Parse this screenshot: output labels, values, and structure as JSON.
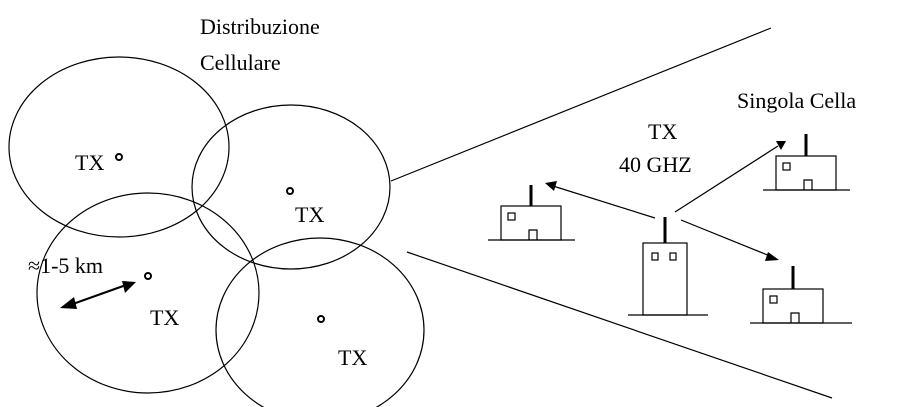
{
  "title": {
    "line1": "Distribuzione",
    "line2": "Cellulare"
  },
  "cells": [
    {
      "label": "TX"
    },
    {
      "label": "TX"
    },
    {
      "label": "TX"
    },
    {
      "label": "TX"
    }
  ],
  "distance_label": "≈1-5 km",
  "single_cell": {
    "title": "Singola Cella",
    "tx_line1": "TX",
    "tx_line2": "40  GHZ"
  }
}
